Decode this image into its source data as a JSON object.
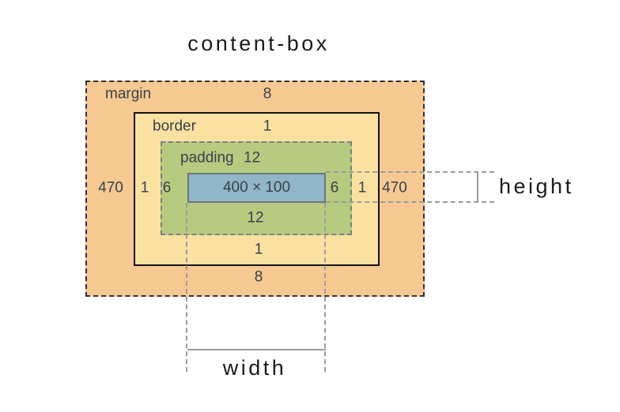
{
  "title": "content-box",
  "colors": {
    "margin_fill": "#f6c992",
    "border_fill": "#fbe1a1",
    "padding_fill": "#b7cb80",
    "content_fill": "#91b6c8",
    "margin_edge": "#2d3138",
    "border_edge": "#121212",
    "padding_edge": "#7e7e7e",
    "content_edge": "#6f7579",
    "measure_line": "#9b9b9b",
    "label_text": "#39414b",
    "heading_text": "#1b1b1b"
  },
  "boxes": {
    "margin": {
      "label": "margin",
      "top_value": "8",
      "bottom_value": "8",
      "left_value": "470",
      "right_value": "470"
    },
    "border": {
      "label": "border",
      "top_value": "1",
      "bottom_value": "1",
      "left_value": "1",
      "right_value": "1"
    },
    "padding": {
      "label": "padding",
      "top_value": "12",
      "bottom_value": "12",
      "left_value": "6",
      "right_value": "6"
    },
    "content": {
      "size_label": "400 × 100"
    }
  },
  "measurements": {
    "width_label": "width",
    "height_label": "height"
  }
}
